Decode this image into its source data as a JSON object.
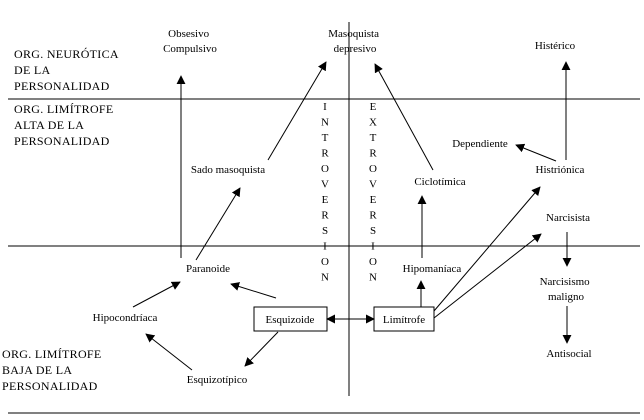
{
  "levels": {
    "neurotica": [
      "ORG. NEURÓTICA",
      "DE LA",
      "PERSONALIDAD"
    ],
    "limitrofe_alta": [
      "ORG. LIMÍTROFE",
      "ALTA DE LA",
      "PERSONALIDAD"
    ],
    "limitrofe_baja": [
      "ORG. LIMÍTROFE",
      "BAJA DE LA",
      "PERSONALIDAD"
    ]
  },
  "axes": {
    "introversion": [
      "I",
      "N",
      "T",
      "R",
      "O",
      "V",
      "E",
      "R",
      "S",
      "I",
      "O",
      "N"
    ],
    "extroversion": [
      "E",
      "X",
      "T",
      "R",
      "O",
      "V",
      "E",
      "R",
      "S",
      "I",
      "O",
      "N"
    ]
  },
  "nodes": {
    "obsesivo": [
      "Obsesivo",
      "Compulsivo"
    ],
    "masoquista": [
      "Masoquista",
      "depresivo"
    ],
    "histerico": "Histérico",
    "dependiente": "Dependiente",
    "sado": "Sado masoquista",
    "ciclotimica": "Ciclotímica",
    "histrionica": "Histriónica",
    "narcisista": "Narcisista",
    "paranoide": "Paranoide",
    "hipomaniaca": "Hipomaníaca",
    "narcisismo_maligno": [
      "Narcisismo",
      "maligno"
    ],
    "hipocondriaca": "Hipocondríaca",
    "esquizoide": "Esquizoide",
    "limitrofe": "Limítrofe",
    "esquizotipico": "Esquizotípico",
    "antisocial": "Antisocial"
  }
}
